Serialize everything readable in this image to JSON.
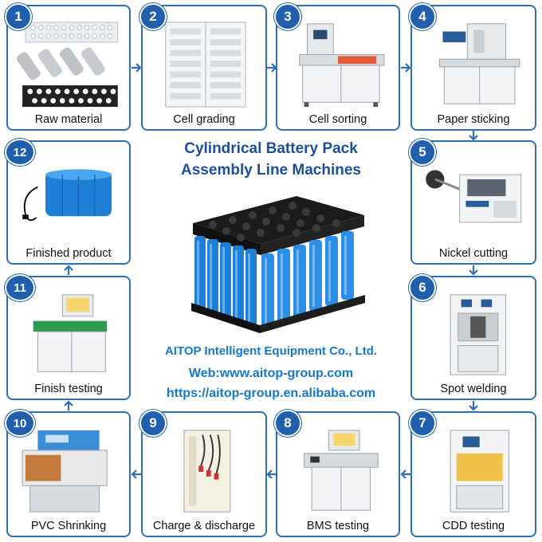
{
  "title": {
    "line1": "Cylindrical Battery Pack",
    "line2": "Assembly Line Machines"
  },
  "company": {
    "name": "AITOP Intelligent Equipment Co., Ltd.",
    "web": "Web:www.aitop-group.com",
    "alibaba": "https://aitop-group.en.alibaba.com"
  },
  "steps": [
    {
      "number": "1",
      "label": "Raw material",
      "icon": "battery-cells-icon"
    },
    {
      "number": "2",
      "label": "Cell grading",
      "icon": "grading-cabinet-icon"
    },
    {
      "number": "3",
      "label": "Cell sorting",
      "icon": "sorting-machine-icon"
    },
    {
      "number": "4",
      "label": "Paper sticking",
      "icon": "paper-sticking-machine-icon"
    },
    {
      "number": "5",
      "label": "Nickel cutting",
      "icon": "nickel-cutter-icon"
    },
    {
      "number": "6",
      "label": "Spot welding",
      "icon": "spot-welder-icon"
    },
    {
      "number": "7",
      "label": "CDD testing",
      "icon": "cdd-tester-icon"
    },
    {
      "number": "8",
      "label": "BMS testing",
      "icon": "bms-tester-icon"
    },
    {
      "number": "9",
      "label": "Charge & discharge",
      "icon": "charge-cabinet-icon"
    },
    {
      "number": "10",
      "label": "PVC Shrinking",
      "icon": "shrink-tunnel-icon"
    },
    {
      "number": "11",
      "label": "Finish testing",
      "icon": "test-station-icon"
    },
    {
      "number": "12",
      "label": "Finished product",
      "icon": "battery-pack-icon"
    }
  ],
  "colors": {
    "frame": "#2f6fb6",
    "badge": "#1f5fae",
    "title": "#1d4f9a",
    "company": "#1479c9",
    "cell": "#1e7fd6"
  }
}
